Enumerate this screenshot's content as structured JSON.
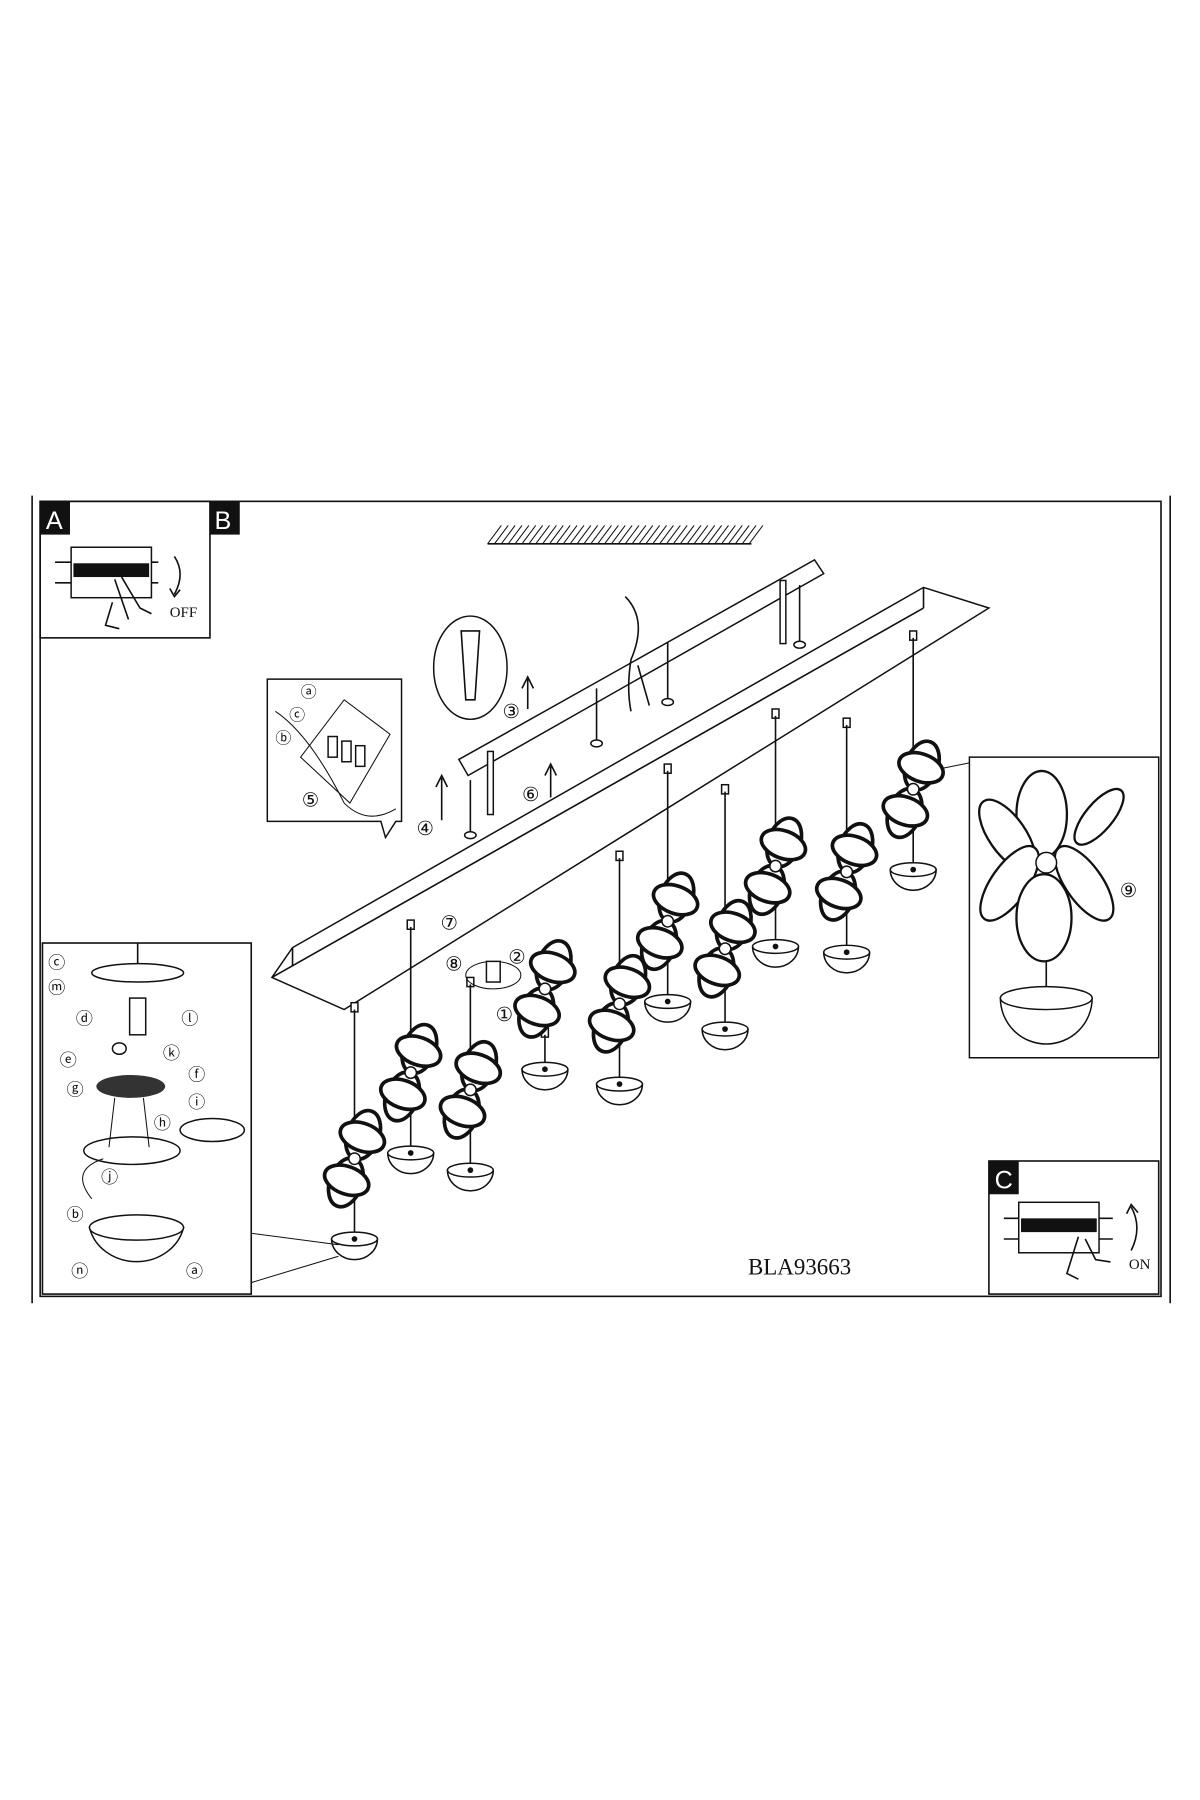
{
  "panels": {
    "a": {
      "tag": "A",
      "caption": "OFF"
    },
    "b": {
      "tag": "B"
    },
    "c": {
      "tag": "C",
      "caption": "ON"
    }
  },
  "model_code": "BLA93663",
  "steps": [
    "①",
    "②",
    "③",
    "④",
    "⑤",
    "⑥",
    "⑦",
    "⑧",
    "⑨"
  ],
  "detail_letters": [
    "ⓐ",
    "ⓑ",
    "ⓒ",
    "ⓓ",
    "ⓔ",
    "ⓕ",
    "ⓖ",
    "ⓗ",
    "ⓘ",
    "ⓙ",
    "ⓚ",
    "ⓛ",
    "ⓜ",
    "ⓝ"
  ],
  "pendant_count": 10,
  "colors": {
    "ink": "#111111",
    "paper": "#ffffff"
  }
}
